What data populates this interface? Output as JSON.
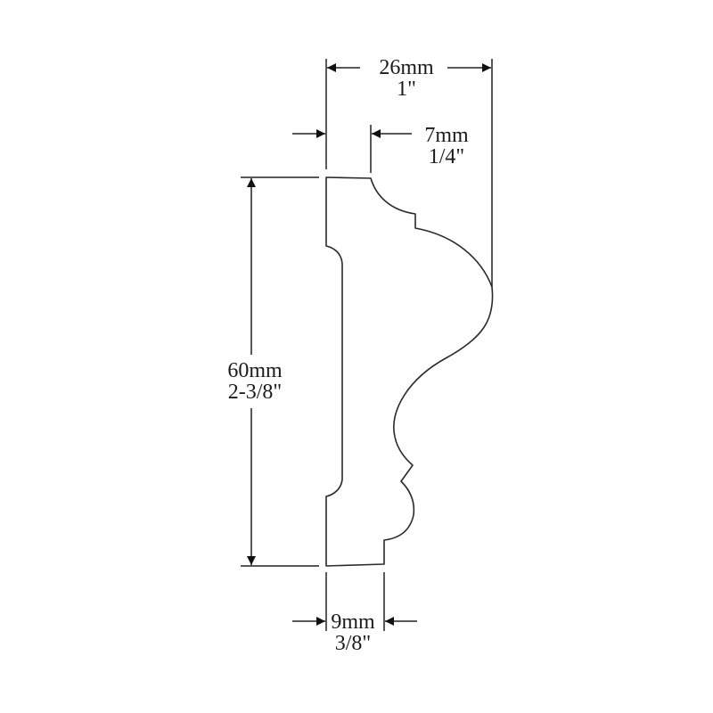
{
  "figure": {
    "type": "molding-profile-technical-drawing",
    "line_color": "#222222",
    "background": "#ffffff"
  },
  "dimensions": {
    "width_overall": {
      "metric": "26mm",
      "imperial": "1\""
    },
    "top_step": {
      "metric": "7mm",
      "imperial": "1/4\""
    },
    "height_overall": {
      "metric": "60mm",
      "imperial": "2-3/8\""
    },
    "bottom_step": {
      "metric": "9mm",
      "imperial": "3/8\""
    }
  }
}
